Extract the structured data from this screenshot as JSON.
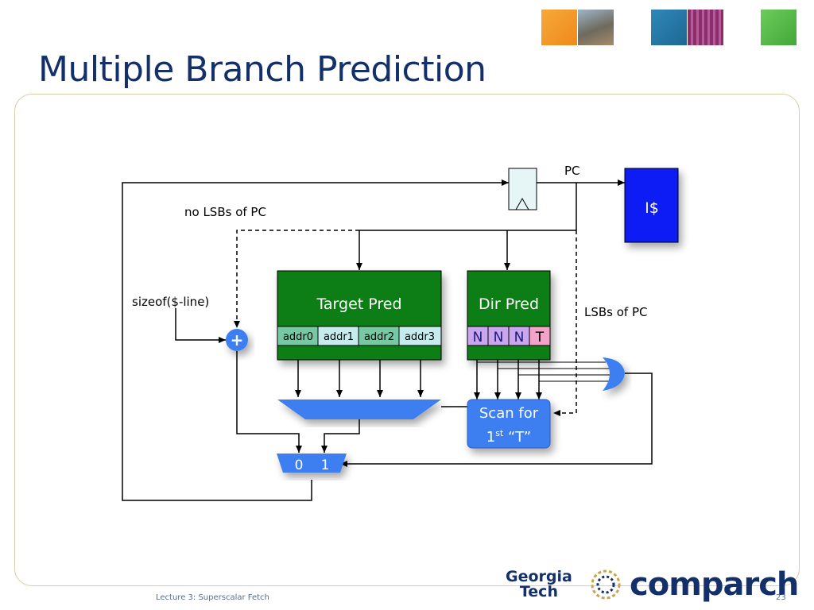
{
  "slide": {
    "title": "Multiple Branch Prediction",
    "footer_lecture": "Lecture 3: Superscalar Fetch",
    "page_number": "23"
  },
  "diagram": {
    "pc_label": "PC",
    "icache_label": "I$",
    "no_lsbs_label": "no LSBs of PC",
    "lsbs_label": "LSBs of PC",
    "sizeof_label": "sizeof($-line)",
    "plus_symbol": "+",
    "target_pred_label": "Target Pred",
    "dir_pred_label": "Dir Pred",
    "addr_cells": [
      "addr0",
      "addr1",
      "addr2",
      "addr3"
    ],
    "dir_cells": [
      "N",
      "N",
      "N",
      "T"
    ],
    "scan_line1": "Scan for",
    "scan_line2_base": "1",
    "scan_line2_sup": "st",
    "scan_line2_rest": " “T”",
    "mux_in0": "0",
    "mux_in1": "1"
  },
  "logos": {
    "gt_line1": "Georgia",
    "gt_line2": "Tech",
    "comparch": "comparch"
  },
  "colors": {
    "title": "#14306b",
    "green_box": "#0a7d14",
    "blue": "#3d7ff0",
    "icache_blue": "#0a1ff5",
    "n_cell": "#c9a6ee",
    "t_cell": "#f4a3c8"
  }
}
